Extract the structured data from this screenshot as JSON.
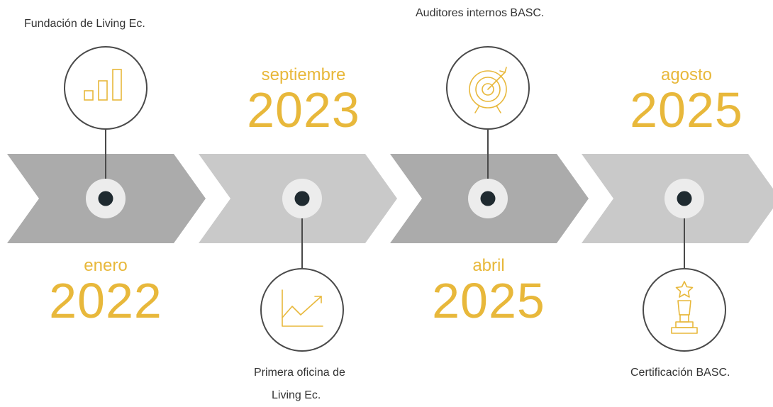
{
  "colors": {
    "accent": "#e8b83b",
    "chevron_dark": "#ababab",
    "chevron_light": "#c9c9c9",
    "dot": "#1f2a30",
    "dot_ring": "#ececec",
    "line": "#4a4a4a"
  },
  "milestones": [
    {
      "month": "enero",
      "year": "2022",
      "caption_lines": [
        "Fundación de Living Ec."
      ],
      "icon": "bar-chart-icon"
    },
    {
      "month": "septiembre",
      "year": "2023",
      "caption_lines": [
        "Primera oficina de",
        "Living Ec."
      ],
      "icon": "trend-line-icon"
    },
    {
      "month": "abril",
      "year": "2025",
      "caption_lines": [
        "Auditores internos BASC."
      ],
      "icon": "target-icon"
    },
    {
      "month": "agosto",
      "year": "2025",
      "caption_lines": [
        "Certificación BASC."
      ],
      "icon": "trophy-icon"
    }
  ]
}
